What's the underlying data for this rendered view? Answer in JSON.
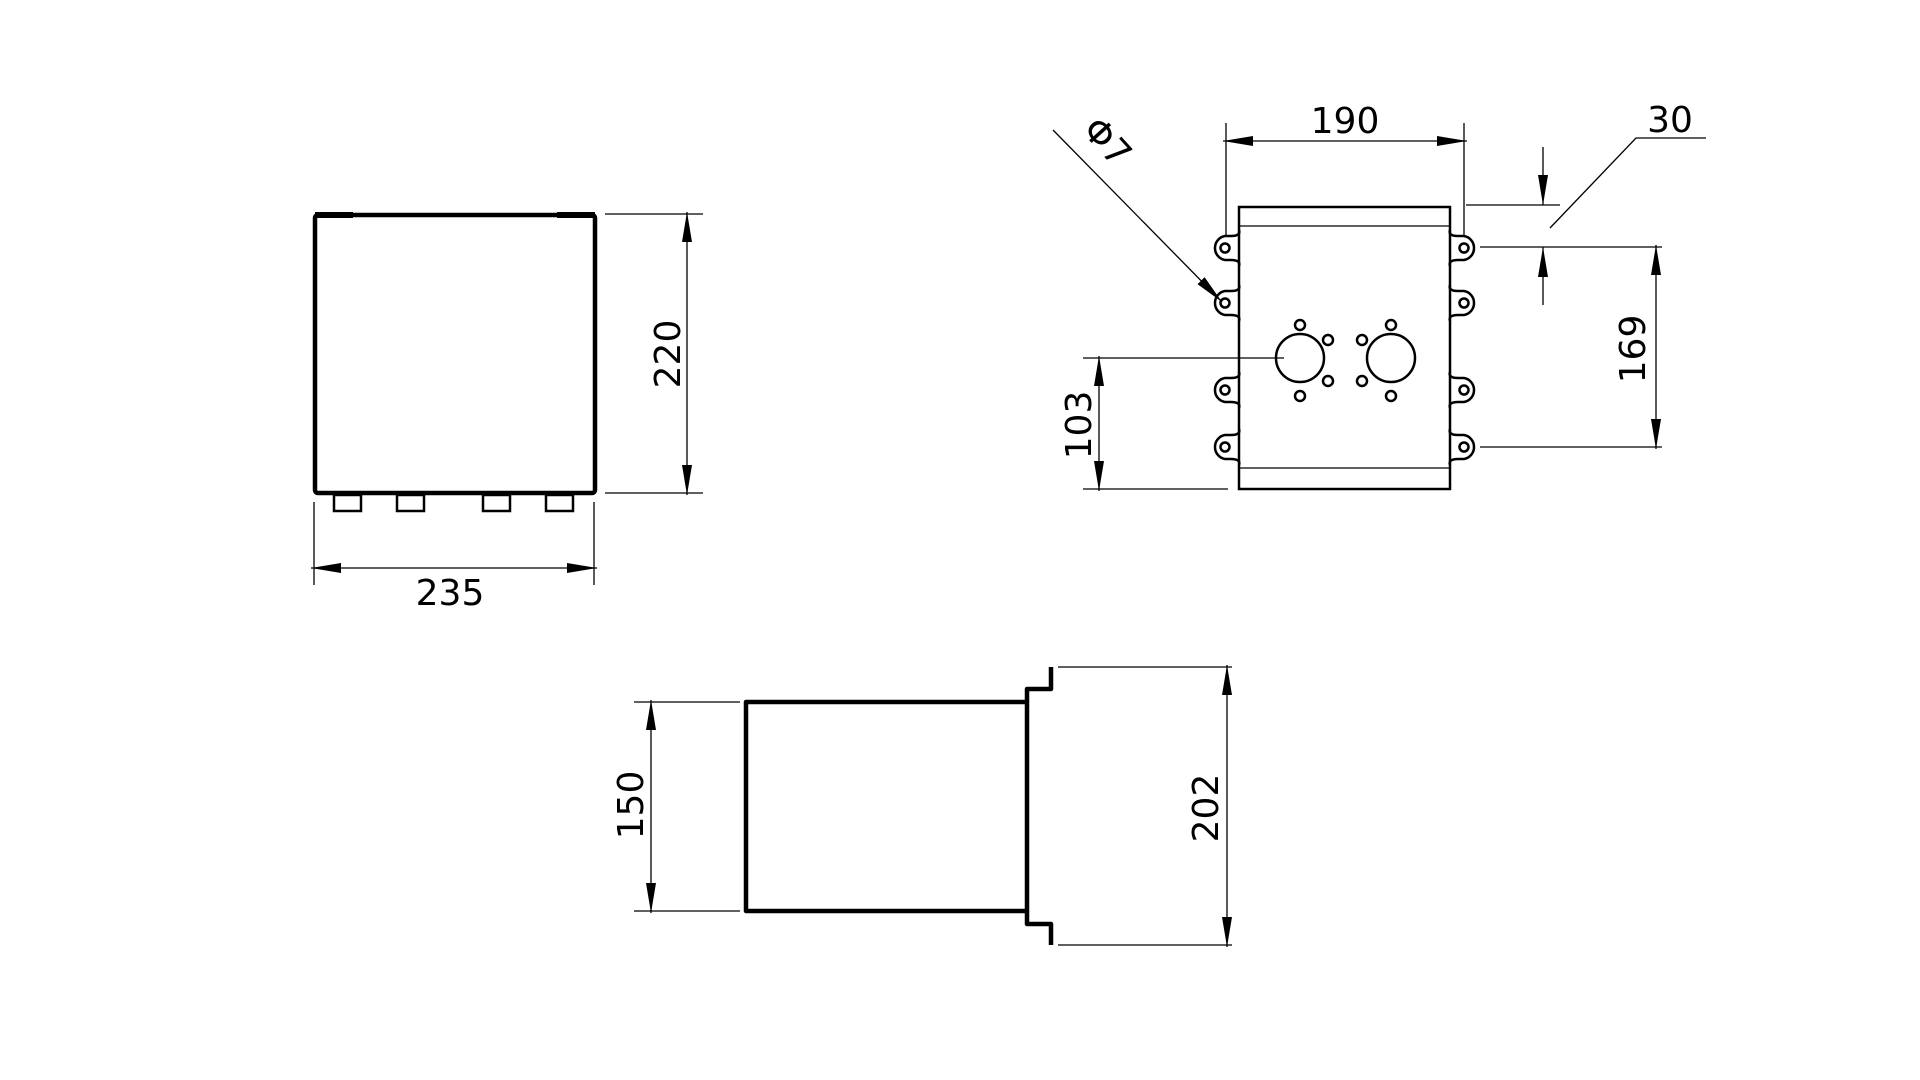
{
  "drawing": {
    "views": {
      "front_view": {
        "width_label": "235",
        "height_label": "220"
      },
      "top_view": {
        "width_label": "190",
        "hole_diameter_label": "Φ7",
        "lug_offset_label": "30",
        "lug_spacing_label": "169",
        "outlet_height_label": "103"
      },
      "side_view": {
        "body_depth_label": "150",
        "flange_height_label": "202"
      }
    },
    "line_color": "#000000",
    "background_color": "#ffffff"
  }
}
